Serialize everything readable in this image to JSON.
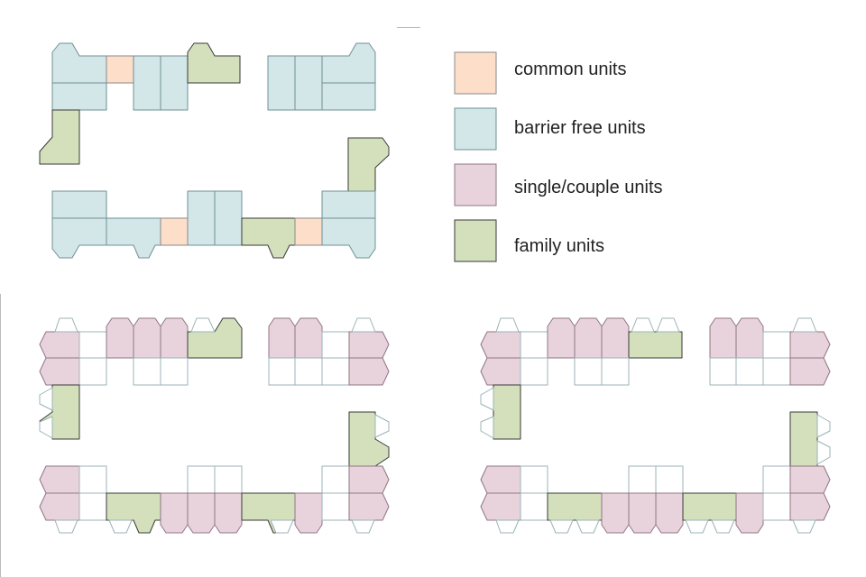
{
  "colors": {
    "common": "#fddec9",
    "barrier_free": "#d3e6e8",
    "single_couple": "#e8d3dd",
    "family": "#d4e0bc",
    "empty": "#ffffff",
    "stroke_common": "#8a8a8a",
    "stroke_barrier": "#6f9096",
    "stroke_single": "#8f7584",
    "stroke_family": "#3a3a3a",
    "stroke_empty": "#9bb3b7",
    "divider": "#bbbbbb"
  },
  "legend": {
    "items": [
      {
        "key": "common",
        "label": "common units"
      },
      {
        "key": "barrier_free",
        "label": "barrier free units"
      },
      {
        "key": "single_couple",
        "label": "single/couple units"
      },
      {
        "key": "family",
        "label": "family units"
      }
    ]
  }
}
